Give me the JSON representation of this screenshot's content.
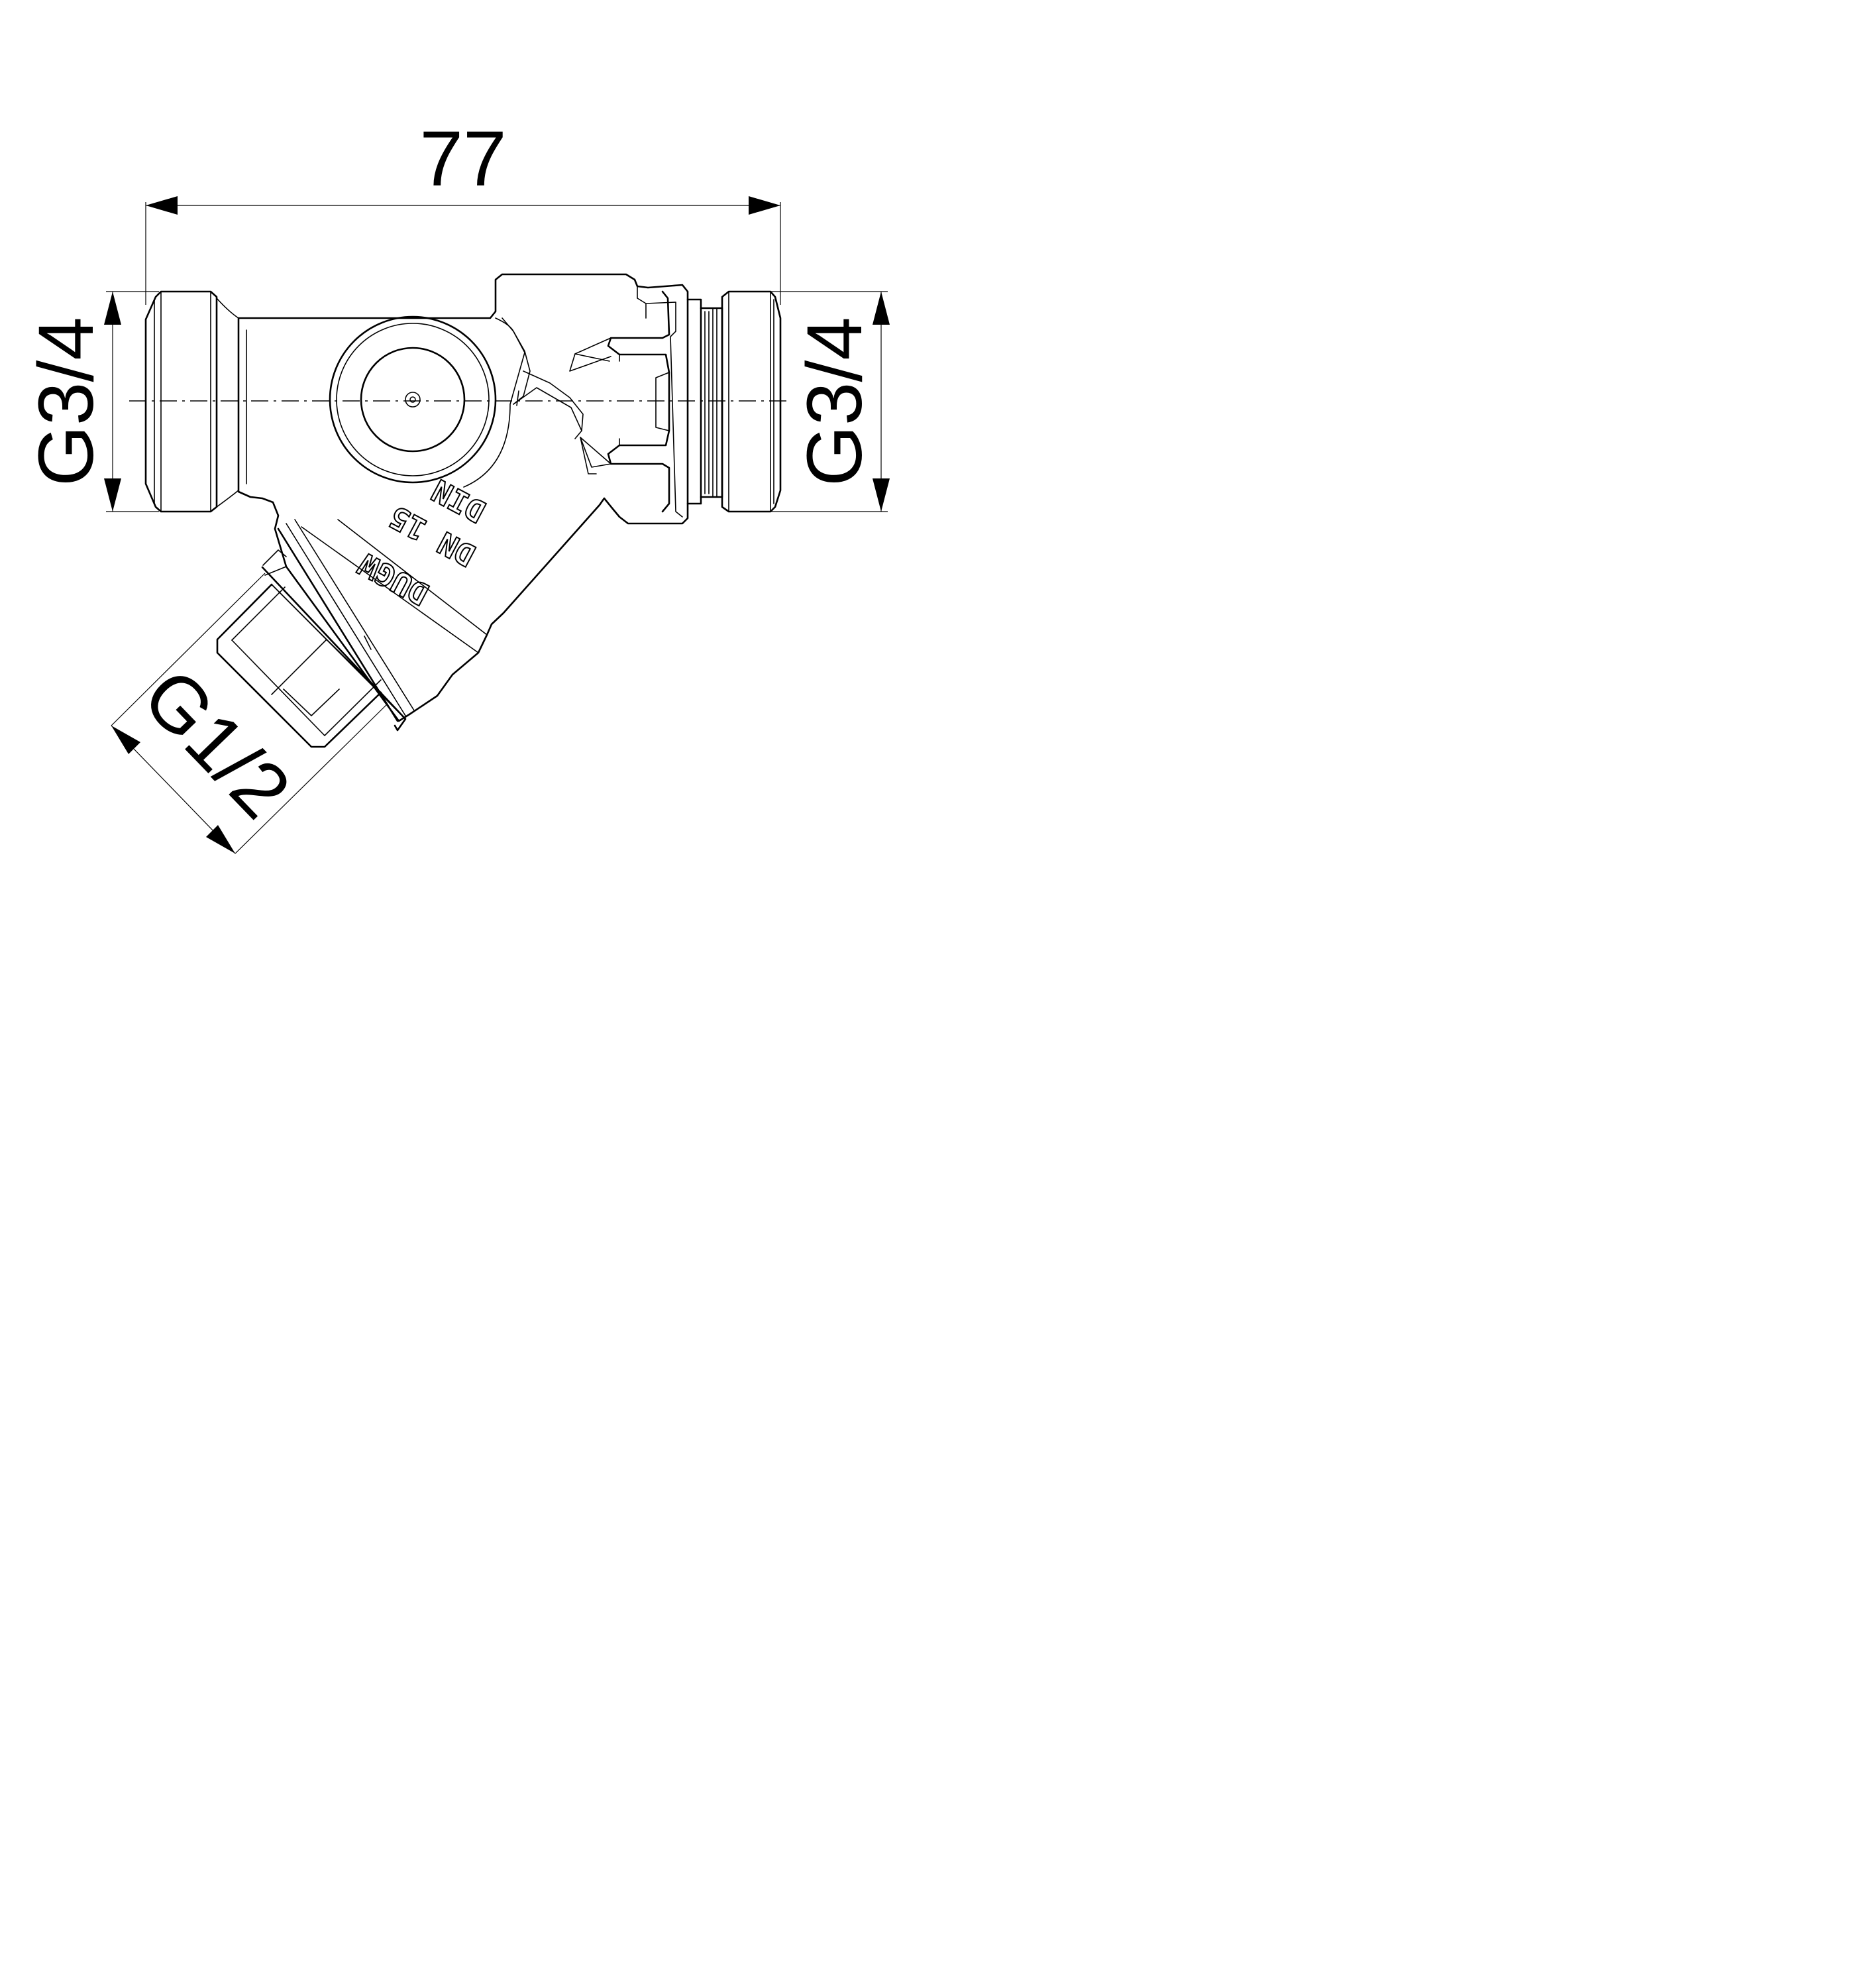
{
  "dimensions": {
    "overall_length": "77",
    "left_thread": "G3/4",
    "right_thread": "G3/4",
    "branch_thread": "G1/2"
  },
  "body_marking": {
    "line1": "DIN",
    "line2": "DN 15",
    "line3": "DUGW"
  }
}
